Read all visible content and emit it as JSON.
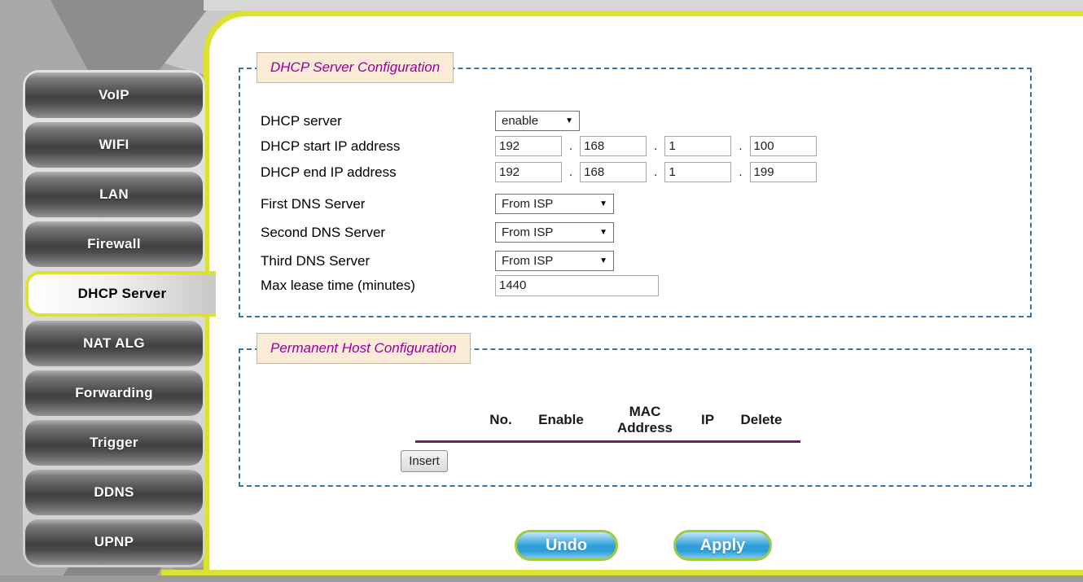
{
  "sidebar": {
    "items": [
      {
        "label": "VoIP"
      },
      {
        "label": "WIFI"
      },
      {
        "label": "LAN"
      },
      {
        "label": "Firewall"
      },
      {
        "label": "DHCP Server"
      },
      {
        "label": "NAT ALG"
      },
      {
        "label": "Forwarding"
      },
      {
        "label": "Trigger"
      },
      {
        "label": "DDNS"
      },
      {
        "label": "UPNP"
      }
    ],
    "active_item": "DHCP Server"
  },
  "sections": {
    "dhcp": {
      "legend": "DHCP Server Configuration",
      "dhcp_server": {
        "label": "DHCP server",
        "value": "enable"
      },
      "start_ip": {
        "label": "DHCP start IP address",
        "o1": "192",
        "o2": "168",
        "o3": "1",
        "o4": "100"
      },
      "end_ip": {
        "label": "DHCP end IP address",
        "o1": "192",
        "o2": "168",
        "o3": "1",
        "o4": "199"
      },
      "dns1": {
        "label": "First DNS Server",
        "value": "From ISP"
      },
      "dns2": {
        "label": "Second DNS Server",
        "value": "From ISP"
      },
      "dns3": {
        "label": "Third DNS Server",
        "value": "From ISP"
      },
      "lease": {
        "label": "Max lease time (minutes)",
        "value": "1440"
      }
    },
    "hosts": {
      "legend": "Permanent Host Configuration",
      "headers": [
        "No.",
        "Enable",
        "MAC Address",
        "IP",
        "Delete"
      ],
      "insert_label": "Insert"
    }
  },
  "actions": {
    "undo_label": "Undo",
    "apply_label": "Apply"
  },
  "icons": {
    "dropdown_arrow": "▼"
  },
  "separators": {
    "ip_dot": "."
  },
  "colors": {
    "accent_yellow": "#dce231",
    "button_border_green": "#9dcc3c",
    "button_blue": "#2f9fd9",
    "legend_text_purple": "#990099",
    "legend_bg_peach": "#faebd7",
    "fieldset_dash_blue": "#3b72a8",
    "table_rule_purple": "#6b1f66",
    "tab_dark_gray": "#4a4a4a"
  }
}
